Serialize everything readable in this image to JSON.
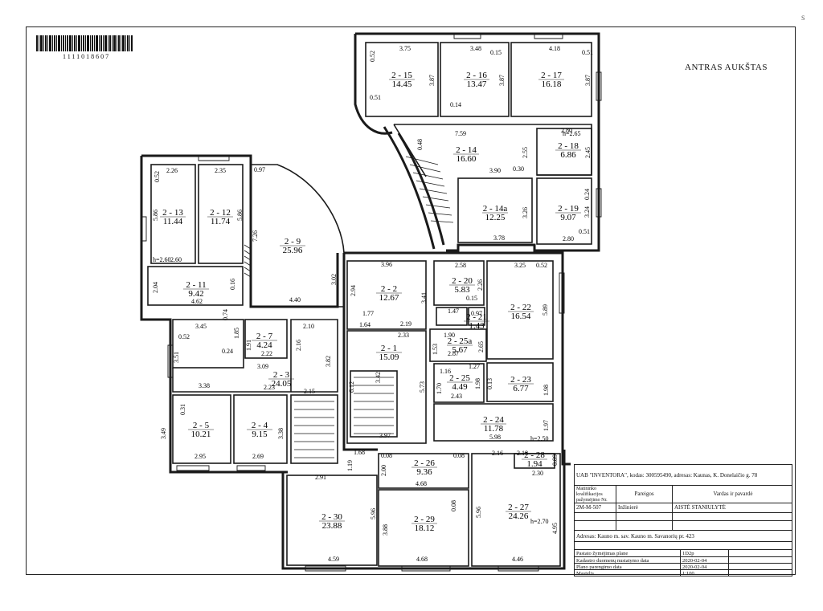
{
  "header": {
    "barcode_number": "1111018607",
    "floor_title": "ANTRAS AUKŠTAS",
    "corner_mark": "S"
  },
  "rooms": [
    {
      "id": "2 - 15",
      "area": "14.45"
    },
    {
      "id": "2 - 16",
      "area": "13.47"
    },
    {
      "id": "2 - 17",
      "area": "16.18"
    },
    {
      "id": "2 - 14",
      "area": "16.60"
    },
    {
      "id": "2 - 18",
      "area": "6.86"
    },
    {
      "id": "2 - 14a",
      "area": "12.25"
    },
    {
      "id": "2 - 19",
      "area": "9.07"
    },
    {
      "id": "2 - 13",
      "area": "11.44"
    },
    {
      "id": "2 - 12",
      "area": "11.74"
    },
    {
      "id": "2 - 9",
      "area": "25.96"
    },
    {
      "id": "2 - 11",
      "area": "9.42"
    },
    {
      "id": "2 - 2",
      "area": "12.67"
    },
    {
      "id": "2 - 20",
      "area": "5.83"
    },
    {
      "id": "2 - 22",
      "area": "16.54"
    },
    {
      "id": "2 - 21",
      "area": "1.43"
    },
    {
      "id": "2 - 7",
      "area": "4.24"
    },
    {
      "id": "2 - 1",
      "area": "15.09"
    },
    {
      "id": "2 - 25a",
      "area": "5.67"
    },
    {
      "id": "2 - 3",
      "area": "24.05"
    },
    {
      "id": "2 - 25",
      "area": "4.49"
    },
    {
      "id": "2 - 23",
      "area": "6.77"
    },
    {
      "id": "2 - 5",
      "area": "10.21"
    },
    {
      "id": "2 - 4",
      "area": "9.15"
    },
    {
      "id": "2 - 24",
      "area": "11.78"
    },
    {
      "id": "2 - 26",
      "area": "9.36"
    },
    {
      "id": "2 - 28",
      "area": "1.94"
    },
    {
      "id": "2 - 27",
      "area": "24.26"
    },
    {
      "id": "2 - 30",
      "area": "23.88"
    },
    {
      "id": "2 - 29",
      "area": "18.12"
    }
  ],
  "dimensions": [
    "3.75",
    "3.48",
    "4.18",
    "0.52",
    "0.15",
    "0.51",
    "3.87",
    "3.87",
    "3.87",
    "0.51",
    "0.14",
    "0.48",
    "7.59",
    "h=2.65",
    "2.80",
    "2.45",
    "2.55",
    "3.90",
    "0.30",
    "3.26",
    "3.24",
    "0.24",
    "3.78",
    "2.80",
    "0.51",
    "2.26",
    "2.35",
    "0.97",
    "0.52",
    "5.86",
    "5.86",
    "7.26",
    "h=2.60",
    "2.60",
    "2.04",
    "0.16",
    "4.62",
    "3.02",
    "4.40",
    "3.96",
    "2.94",
    "1.77",
    "2.19",
    "3.41",
    "2.58",
    "2.26",
    "0.15",
    "3.25",
    "0.52",
    "5.89",
    "1.47",
    "0.97",
    "1.64",
    "2.33",
    "3.45",
    "0.74",
    "0.52",
    "1.85",
    "0.24",
    "1.91",
    "2.22",
    "2.10",
    "2.16",
    "3.51",
    "3.09",
    "3.82",
    "1.90",
    "2.87",
    "2.65",
    "1.53",
    "1.27",
    "1.16",
    "3.42",
    "5.73",
    "6.12",
    "3.38",
    "2.23",
    "2.15",
    "1.70",
    "1.98",
    "0.13",
    "2.43",
    "1.98",
    "0.31",
    "3.49",
    "3.38",
    "5.98",
    "h=2.50",
    "1.97",
    "3.97",
    "2.95",
    "2.69",
    "1.68",
    "0.08",
    "0.08",
    "2.00",
    "2.16",
    "2.18",
    "0.89",
    "1.19",
    "4.68",
    "2.30",
    "2.91",
    "5.96",
    "0.08",
    "5.96",
    "3.88",
    "4.95",
    "h=2.70",
    "4.59",
    "4.68",
    "4.46"
  ],
  "title_block": {
    "company_line": "UAB \"INVENTORA\", kodas: 300595490, adresas: Kaunas, K. Donelaičio g. 78",
    "col1_header": "Matininko kvalifikacijos pažymėjimo Nr.",
    "col2_header": "Pareigos",
    "col3_header": "Vardas ir pavardė",
    "cert_no": "2M-M-507",
    "position": "Inžinierė",
    "name": "AISTĖ STANIULYTĖ",
    "address": "Adresas: Kauno m. sav. Kauno m. Savanorių pr. 423",
    "rows": [
      {
        "label": "Pastato žymėjimas plane",
        "value": "1D2p"
      },
      {
        "label": "Kadastro duomenų nustatymo data",
        "value": "2020-02-04"
      },
      {
        "label": "Plano parengimo data",
        "value": "2020-02-04"
      },
      {
        "label": "Mastelis",
        "value": "1:100"
      }
    ]
  }
}
